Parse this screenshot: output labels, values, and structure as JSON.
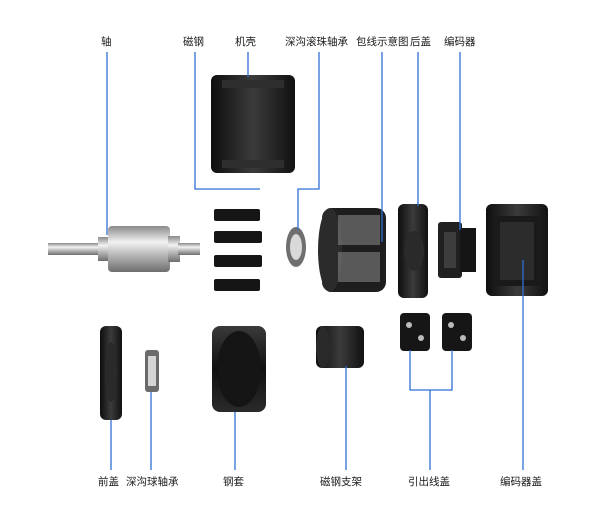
{
  "labels": {
    "shaft": "轴",
    "magnet": "磁钢",
    "housing": "机壳",
    "deep_groove_roller_bearing": "深沟滚珠轴承",
    "winding_diagram": "包线示意图",
    "rear_cover": "后盖",
    "encoder": "编码器",
    "front_cover": "前盖",
    "deep_groove_ball_bearing": "深沟球轴承",
    "steel_sleeve": "钢套",
    "magnet_holder": "磁钢支架",
    "lead_wire_cover": "引出线盖",
    "encoder_cover": "编码器盖"
  },
  "colors": {
    "leader_line": "#2f6fd6",
    "part_dark": "#1c1c1c",
    "part_mid": "#3a3a3a",
    "steel": "#b9b9b9"
  }
}
